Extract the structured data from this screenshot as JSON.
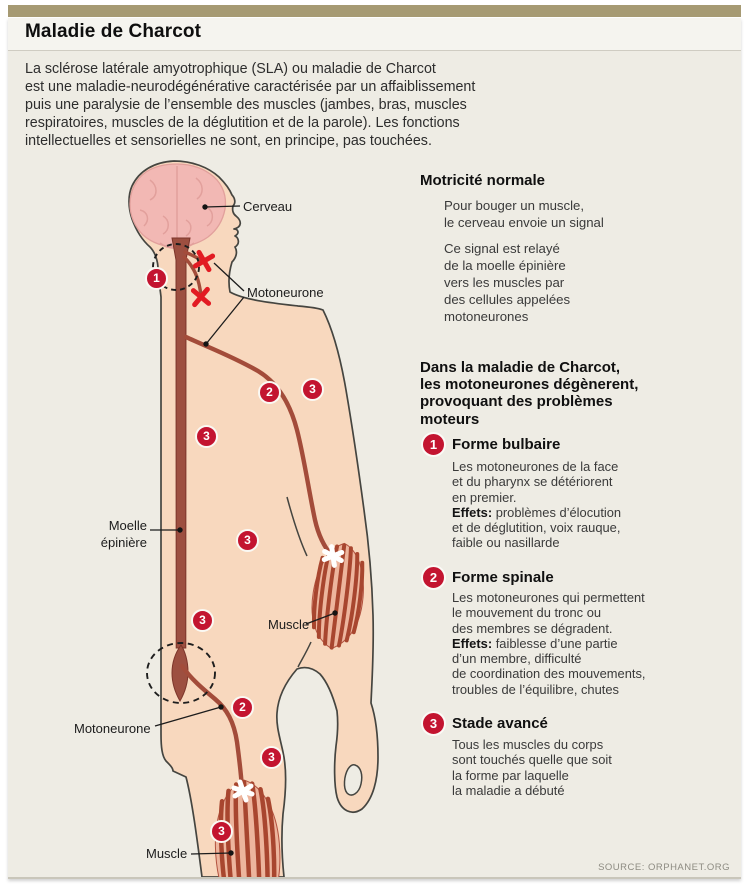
{
  "page": {
    "title": "Maladie de Charcot",
    "intro": "La sclérose latérale amyotrophique (SLA) ou maladie de Charcot\nest une maladie-neurodégénérative caractérisée par un affaiblissement\npuis une paralysie de l’ensemble des muscles (jambes, bras, muscles\nrespiratoires, muscles de la déglutition et de la parole). Les fonctions\nintellectuelles et sensorielles ne sont, en principe, pas touchées.",
    "source": "SOURCE: ORPHANET.ORG"
  },
  "colors": {
    "accent_bar": "#a69a73",
    "background": "#eeece4",
    "marker_red": "#c31430",
    "cross_red": "#e21b23",
    "skin": "#f8d8be",
    "brain_pink": "#f2b8b4",
    "nerve_red": "#9d4f40"
  },
  "diagram": {
    "labels": {
      "cerveau": "Cerveau",
      "motoneurone_top": "Motoneurone",
      "moelle": "Moelle épinière",
      "muscle_arm": "Muscle",
      "motoneurone_bottom": "Motoneurone",
      "muscle_bottom": "Muscle"
    },
    "markers": [
      "1",
      "2",
      "3",
      "3",
      "3",
      "3",
      "2",
      "3",
      "3"
    ]
  },
  "right_column": {
    "normal_heading": "Motricité normale",
    "normal_p1": "Pour bouger un muscle,\nle cerveau envoie un signal",
    "normal_p2": "Ce signal est relayé\nde la moelle épinière\nvers les muscles par\ndes cellules appelées\nmotoneurones",
    "disease_heading": "Dans la maladie de Charcot,\nles motoneurones dégènerent,\nprovoquant des problèmes\nmoteurs",
    "items": [
      {
        "num": "1",
        "title": "Forme bulbaire",
        "desc": "Les motoneurones de la face\net du pharynx se détériorent\nen premier.",
        "effects_label": "Effets:",
        "effects": "problèmes d’élocution\net de déglutition, voix rauque,\nfaible ou nasillarde"
      },
      {
        "num": "2",
        "title": "Forme spinale",
        "desc": "Les motoneurones qui permettent\nle mouvement du tronc ou\ndes membres se dégradent.",
        "effects_label": "Effets:",
        "effects": "faiblesse d’une partie\nd’un membre, difficulté\nde coordination des mouvements,\ntroubles de l’équilibre, chutes"
      },
      {
        "num": "3",
        "title": "Stade avancé",
        "desc": "Tous les muscles du corps\nsont touchés quelle que soit\nla forme par laquelle\nla maladie a débuté"
      }
    ]
  }
}
